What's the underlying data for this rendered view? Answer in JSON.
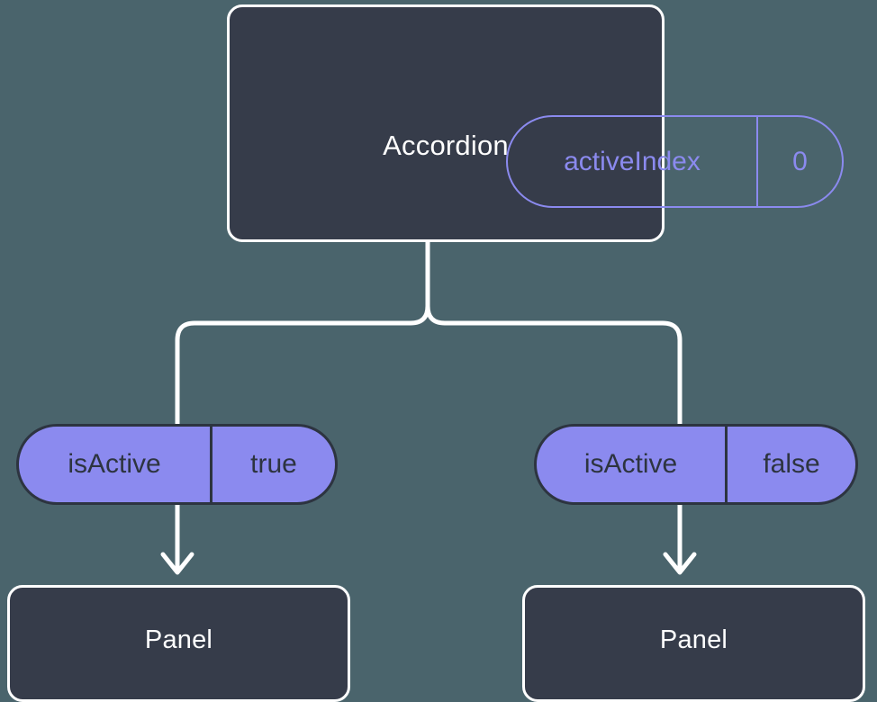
{
  "diagram": {
    "title_text": "Accordion",
    "background_color": "#4a646c",
    "box_fill_color": "#363c4a",
    "box_border_color": "#ffffff",
    "accent_color": "#8b8aef",
    "pill_text_color": "#2d3440",
    "connector_color": "#ffffff"
  },
  "root": {
    "label": "Accordion",
    "state_pill": {
      "key": "activeIndex",
      "value": "0"
    }
  },
  "branches": [
    {
      "pill": {
        "key": "isActive",
        "value": "true"
      },
      "child": {
        "label": "Panel"
      }
    },
    {
      "pill": {
        "key": "isActive",
        "value": "false"
      },
      "child": {
        "label": "Panel"
      }
    }
  ]
}
